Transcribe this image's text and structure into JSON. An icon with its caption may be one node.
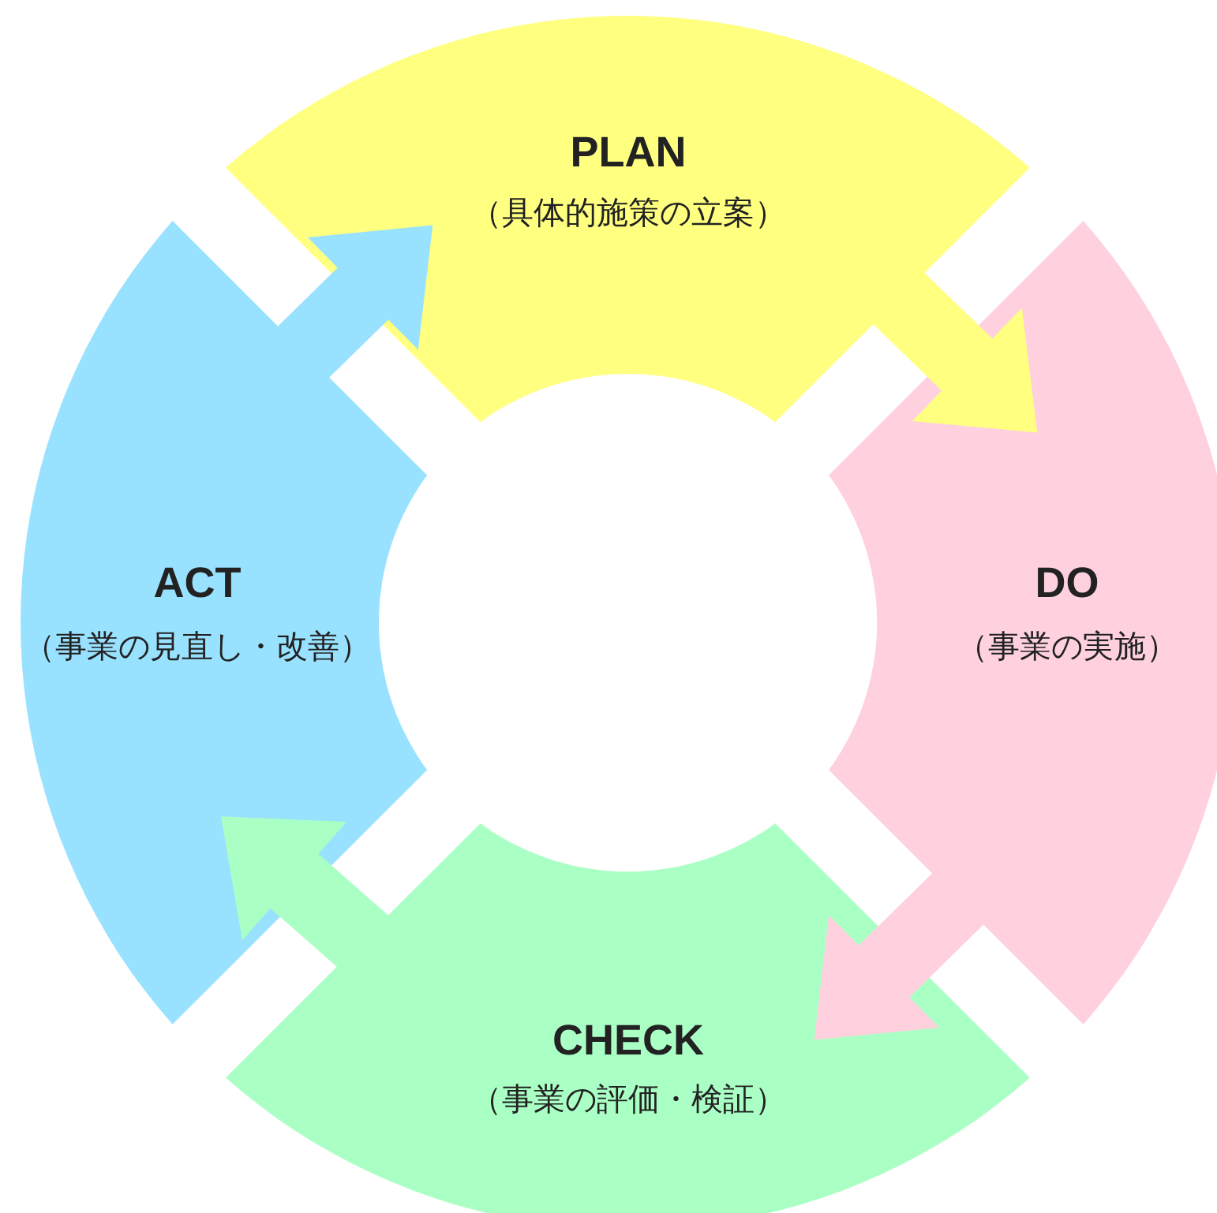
{
  "diagram": {
    "nodes": [
      {
        "text": [
          "PLAN",
          "（具体的施策の立案）"
        ]
      },
      {
        "text": [
          "DO",
          "（事業の実施）"
        ]
      },
      {
        "text": [
          "CHECK",
          "（事業の評価・検証）"
        ]
      },
      {
        "text": [
          "ACT",
          "（事業の見直し・改善）"
        ]
      }
    ],
    "edges": [
      {
        "from": 0,
        "to": 1,
        "arrow": "to",
        "color": "#ffff80"
      },
      {
        "from": 1,
        "to": 2,
        "arrow": "to",
        "color": "#ffd1df"
      },
      {
        "from": 2,
        "to": 3,
        "arrow": "to",
        "color": "#aaffc4"
      },
      {
        "from": 3,
        "to": 0,
        "arrow": "to",
        "color": "#99e2ff"
      }
    ]
  }
}
